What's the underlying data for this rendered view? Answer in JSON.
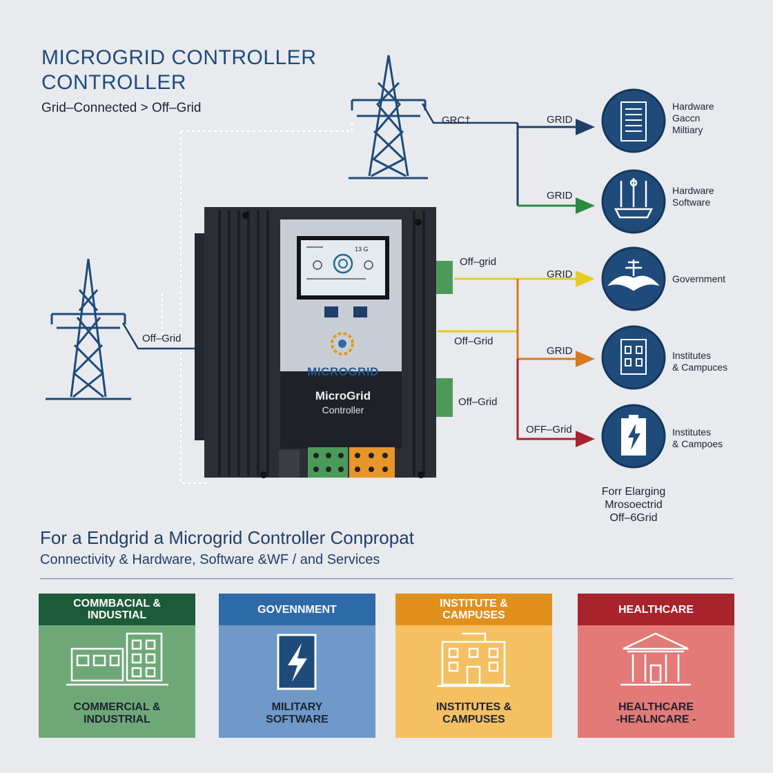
{
  "header": {
    "title_line1": "MICROGRID CONTROLLER",
    "title_line2": "CONTROLLER",
    "subtitle": "Grid–Connected > Off–Grid"
  },
  "wires": {
    "top_grid_label": "GRC†",
    "left_offgrid_label": "Off–Grid",
    "device_right_labels": [
      "Off–grid",
      "Off–Grid",
      "Off–Grid"
    ]
  },
  "device": {
    "brand": "MICROGRID",
    "name_line1": "MicroGrid",
    "name_line2": "Controller",
    "screen_label": "13 G"
  },
  "branches": [
    {
      "label": "GRID",
      "color": "#1f3f66",
      "caption": "Hardware\nGaccn\nMiltiary",
      "icon": "server-rack-icon"
    },
    {
      "label": "GRID",
      "color": "#2a8a3e",
      "caption": "Hardware\nSoftware",
      "icon": "lab-equipment-icon"
    },
    {
      "label": "GRID",
      "color": "#e6cc1f",
      "caption": "Government",
      "icon": "government-emblem-icon"
    },
    {
      "label": "GRID",
      "color": "#d9781e",
      "caption": "Institutes\n& Campuces",
      "icon": "building-icon"
    },
    {
      "label": "OFF–Grid",
      "color": "#a8232c",
      "caption": "Institutes\n& Campoes",
      "icon": "battery-bolt-icon"
    }
  ],
  "note": "Forr Elarging\nMrosoectrid\nOff–6Grid",
  "tagline": {
    "line1": "For a Endgrid a Microgrid Controller Conpropat",
    "line2": "Connectivity & Hardware, Software &WF / and Services"
  },
  "cards": [
    {
      "header": "COMMBACIAL &\nINDUSTIAL",
      "footer": "COMMERCIAL &\nINDUSTRIAL",
      "header_color": "#1d5a3a",
      "body_color": "#6fa877",
      "icon": "factory-icon"
    },
    {
      "header": "GOVENNMENT",
      "footer": "MILITARY\nSOFTWARE",
      "header_color": "#2f6aa8",
      "body_color": "#6e99c8",
      "icon": "lightning-panel-icon"
    },
    {
      "header": "INSTITUTE &\nCAMPUSES",
      "footer": "INSTITUTES &\nCAMPUSES",
      "header_color": "#e2901c",
      "body_color": "#f4c062",
      "icon": "campus-building-icon"
    },
    {
      "header": "HEALTHCARE",
      "footer": "HEALTHCARE\n-HEALNCARE -",
      "header_color": "#a8232c",
      "body_color": "#e27a78",
      "icon": "hospital-building-icon"
    }
  ]
}
